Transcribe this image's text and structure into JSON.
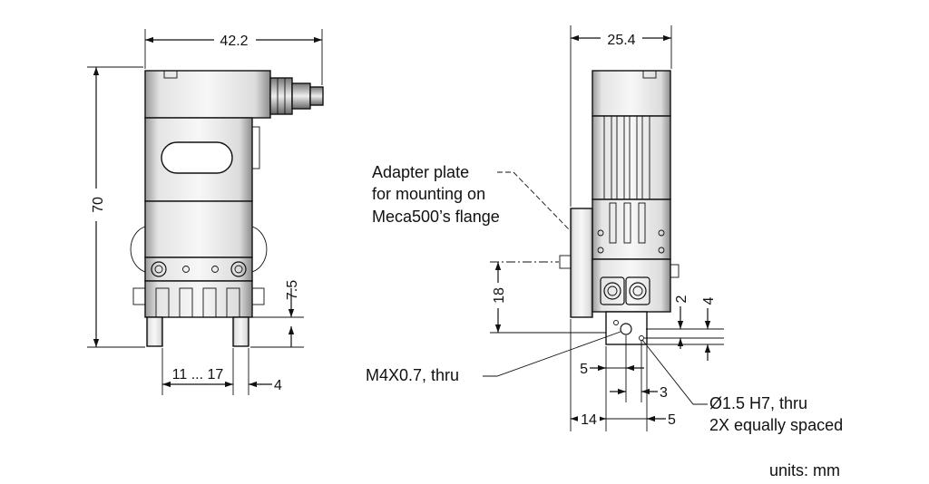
{
  "diagram": {
    "front_view": {
      "width_dim": "42.2",
      "height_dim": "70",
      "jaw_height_dim": "7.5",
      "stroke_range_dim": "11 ... 17",
      "finger_width_dim": "4"
    },
    "side_view": {
      "width_dim": "25.4",
      "adapter_offset_dim": "18",
      "hole_offset_small_dim": "2",
      "hole_offset_large_dim": "4",
      "finger_dim_5_left": "5",
      "finger_dim_3": "3",
      "finger_dim_14": "14",
      "finger_dim_5_right": "5"
    },
    "callouts": {
      "adapter_line_1": "Adapter plate",
      "adapter_line_2": "for mounting on",
      "adapter_line_3": "Meca500’s flange",
      "thread": "M4X0.7, thru",
      "pin_hole_line_1": "Ø1.5 H7, thru",
      "pin_hole_line_2": "2X equally spaced"
    },
    "units_note": "units: mm"
  }
}
